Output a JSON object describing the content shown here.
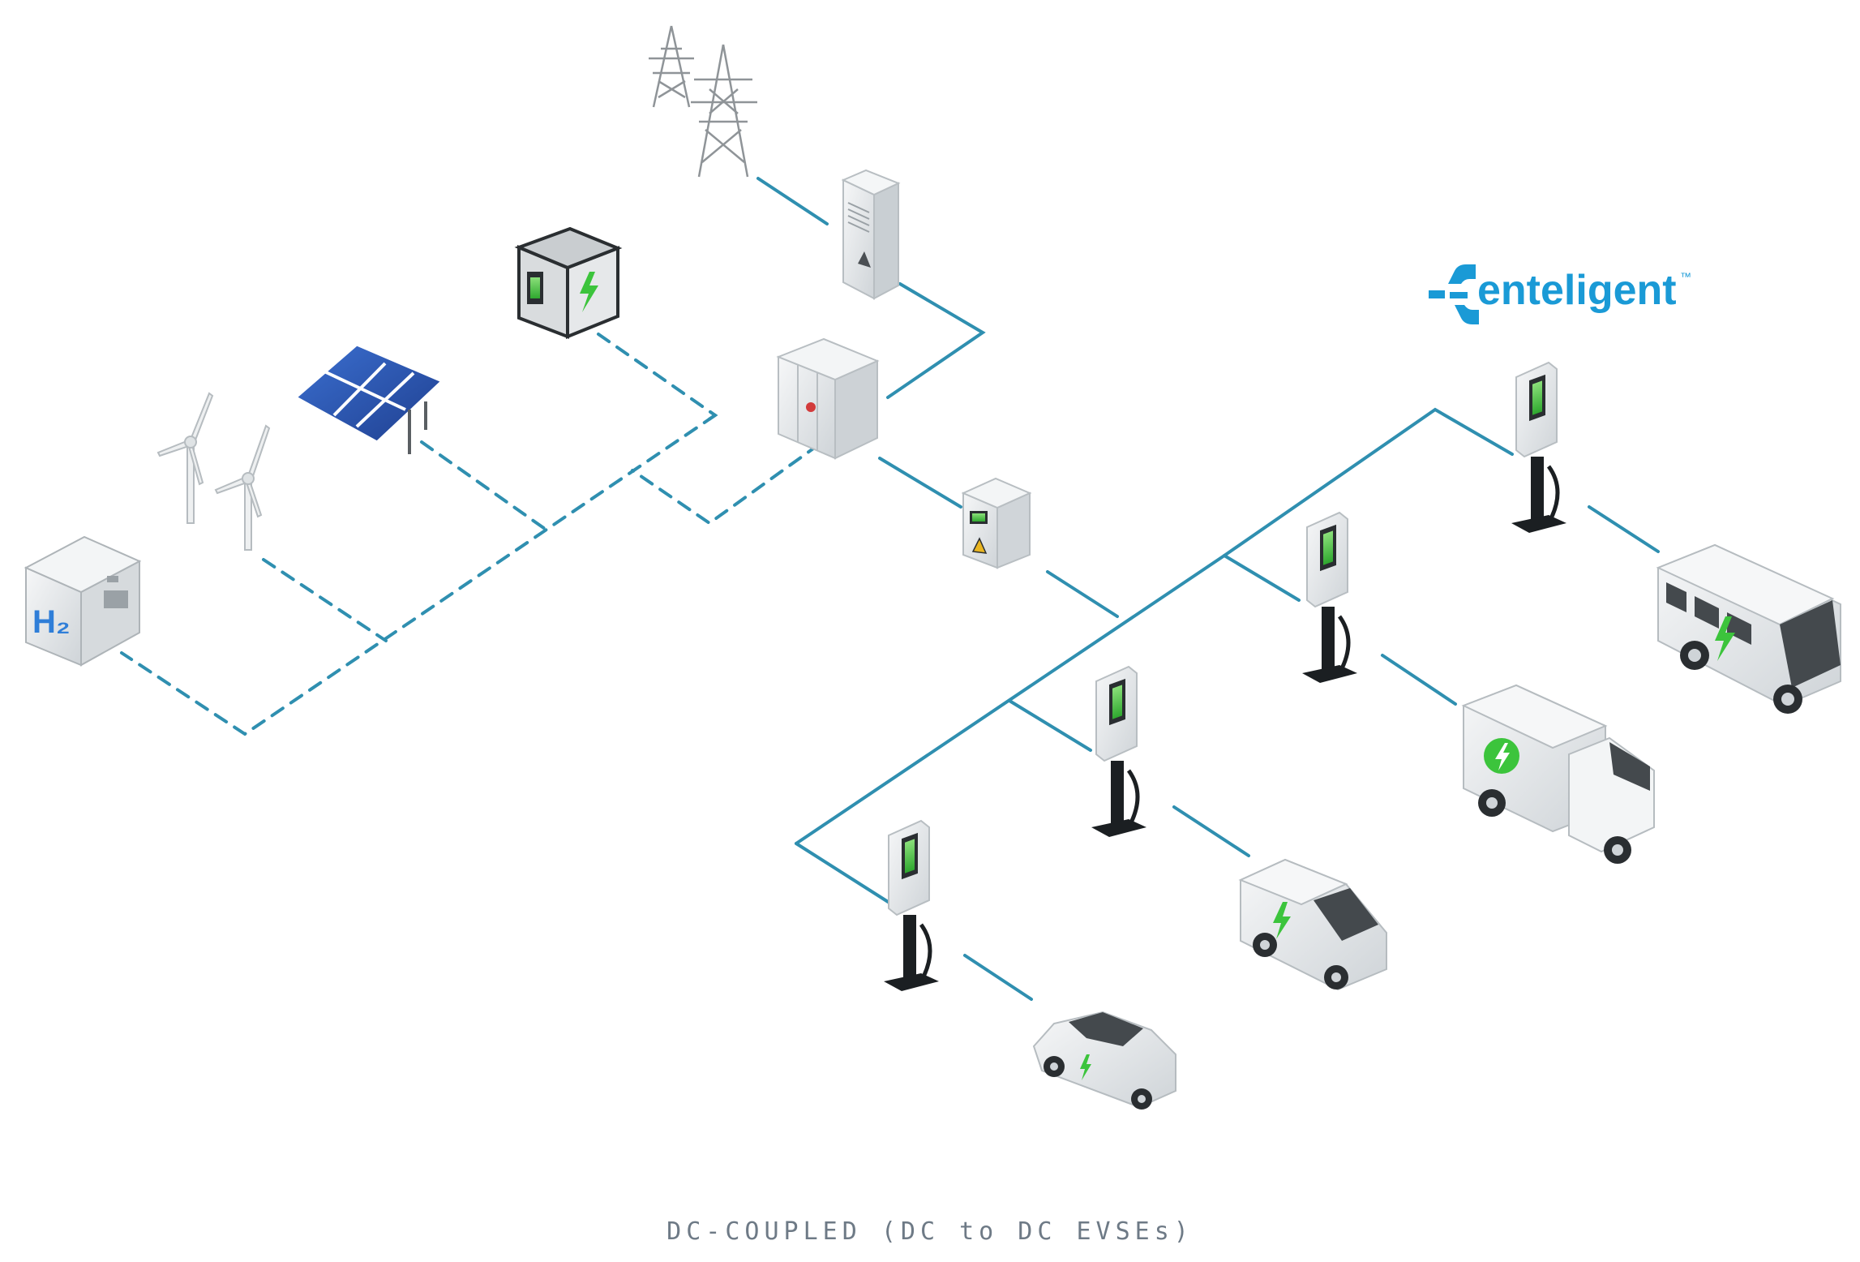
{
  "brand": {
    "name": "enteligent",
    "trademark": "™",
    "color": "#1a9ad6"
  },
  "caption": "DC-COUPLED (DC to DC EVSEs)",
  "colors": {
    "line": "#2f8fb0",
    "bolt": "#3cc43c",
    "panel": "#2d59b8",
    "device": "#e9ecee",
    "dark": "#1b1f22"
  },
  "labels": {
    "hydrogen": "H₂"
  },
  "nodes": [
    {
      "id": "transmission-towers",
      "icon": "power-tower-icon"
    },
    {
      "id": "grid-cabinet",
      "icon": "electrical-cabinet-icon"
    },
    {
      "id": "battery-container",
      "icon": "battery-storage-icon"
    },
    {
      "id": "solar-array",
      "icon": "solar-panel-icon"
    },
    {
      "id": "wind-turbines",
      "icon": "wind-turbine-icon"
    },
    {
      "id": "hydrogen-fuel-cell",
      "icon": "hydrogen-cell-icon"
    },
    {
      "id": "dc-converter",
      "icon": "converter-icon"
    },
    {
      "id": "dc-switchgear",
      "icon": "switch-box-icon"
    },
    {
      "id": "evse-1",
      "icon": "ev-charger-icon"
    },
    {
      "id": "evse-2",
      "icon": "ev-charger-icon"
    },
    {
      "id": "evse-3",
      "icon": "ev-charger-icon"
    },
    {
      "id": "evse-4",
      "icon": "ev-charger-icon"
    },
    {
      "id": "bus",
      "icon": "minibus-icon"
    },
    {
      "id": "box-truck",
      "icon": "truck-icon"
    },
    {
      "id": "van",
      "icon": "van-icon"
    },
    {
      "id": "sedan",
      "icon": "car-icon"
    }
  ]
}
